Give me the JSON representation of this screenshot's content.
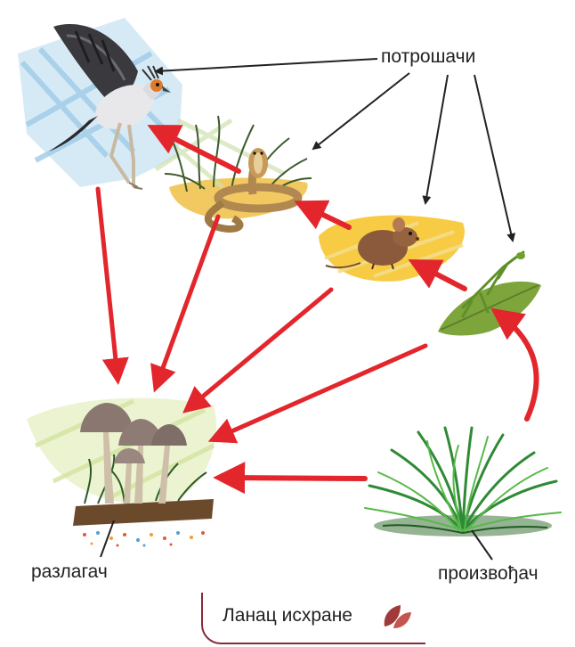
{
  "labels": {
    "consumers": "потрошачи",
    "decomposer": "разлагач",
    "producer": "произвођач"
  },
  "title": "Ланац исхране",
  "colors": {
    "energy_arrow": "#e3262c",
    "pointer_arrow": "#222222",
    "title_frame": "#8a2a3a"
  },
  "organisms": [
    "secretary-bird",
    "snake",
    "mouse",
    "mantis",
    "grass",
    "mushrooms"
  ]
}
